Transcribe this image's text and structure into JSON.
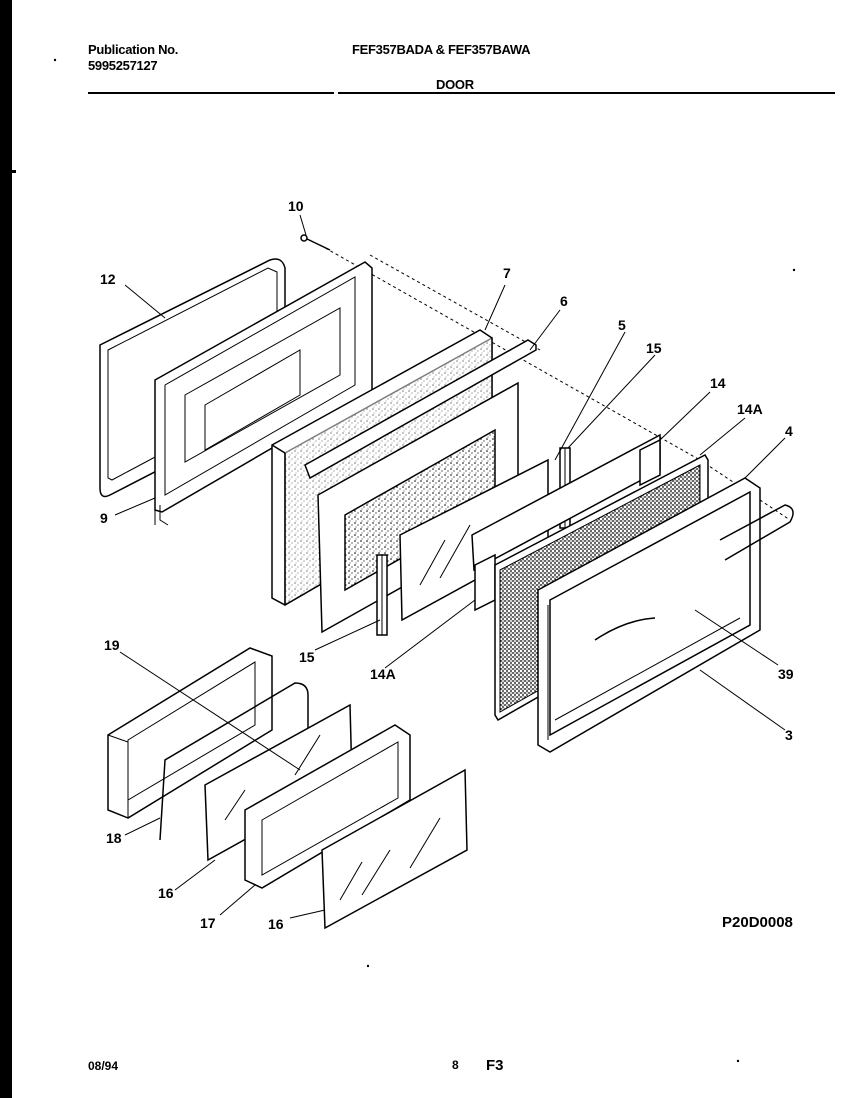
{
  "header": {
    "publication_label": "Publication No.",
    "publication_number": "5995257127",
    "models": "FEF357BADA & FEF357BAWA",
    "section": "DOOR"
  },
  "callouts": [
    "10",
    "12",
    "7",
    "6",
    "5",
    "15",
    "14",
    "14A",
    "4",
    "9",
    "15",
    "14A",
    "39",
    "3",
    "19",
    "18",
    "16",
    "17",
    "16"
  ],
  "diagram_code": "P20D0008",
  "footer": {
    "date": "08/94",
    "page": "8",
    "figure": "F3"
  }
}
